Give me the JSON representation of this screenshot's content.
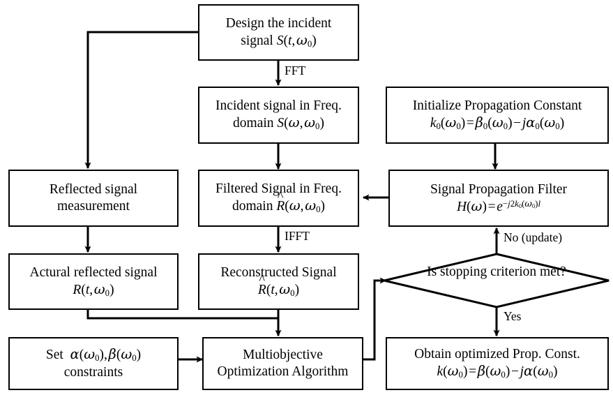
{
  "diagram": {
    "title": "Signal propagation constant optimization flowchart",
    "type": "flowchart",
    "stroke_color": "#000000",
    "background_color": "#ffffff",
    "nodes": [
      {
        "id": "design-incident-signal",
        "shape": "rect",
        "line1": "Design the incident",
        "line2_prefix": "signal ",
        "line2_math": "S(t, ω0)"
      },
      {
        "id": "incident-freq-domain",
        "shape": "rect",
        "line1": "Incident signal in Freq.",
        "line2_prefix": "domain ",
        "line2_math": "S(ω, ω0)"
      },
      {
        "id": "init-propagation-constant",
        "shape": "rect",
        "line1": "Initialize Propagation Constant",
        "line2_math": "k0(ω0) = β0(ω0) − jα0(ω0)"
      },
      {
        "id": "reflected-signal-measurement",
        "shape": "rect",
        "line1": "Reflected signal",
        "line2": "measurement"
      },
      {
        "id": "filtered-signal-freq-domain",
        "shape": "rect",
        "line1": "Filtered Signal in Freq.",
        "line2_prefix": "domain ",
        "line2_math": "R̂(ω, ω0)"
      },
      {
        "id": "signal-propagation-filter",
        "shape": "rect",
        "line1": "Signal Propagation Filter",
        "line2_math": "H(ω) = e^{−j2k0(ω0)l}"
      },
      {
        "id": "actual-reflected-signal",
        "shape": "rect",
        "line1": "Actural reflected signal",
        "line2_math": "R(t, ω0)"
      },
      {
        "id": "reconstructed-signal",
        "shape": "rect",
        "line1": "Reconstructed Signal",
        "line2_math": "R̂(t, ω0)"
      },
      {
        "id": "stopping-criterion",
        "shape": "diamond",
        "line1": "Is stopping",
        "line2": "criterion met?"
      },
      {
        "id": "set-constraints",
        "shape": "rect",
        "line1_math": "Set  α(ω0), β(ω0)",
        "line2": "constraints"
      },
      {
        "id": "multiobjective-optimization",
        "shape": "rect",
        "line1": "Multiobjective",
        "line2": "Optimization Algorithm"
      },
      {
        "id": "obtain-optimized-constant",
        "shape": "rect",
        "line1": "Obtain optimized Prop. Const.",
        "line2_math": "k(ω0) = β(ω0) − jα(ω0)"
      }
    ],
    "edge_labels": {
      "fft": "FFT",
      "ifft": "IFFT",
      "no_update": "No (update)",
      "yes": "Yes"
    }
  }
}
